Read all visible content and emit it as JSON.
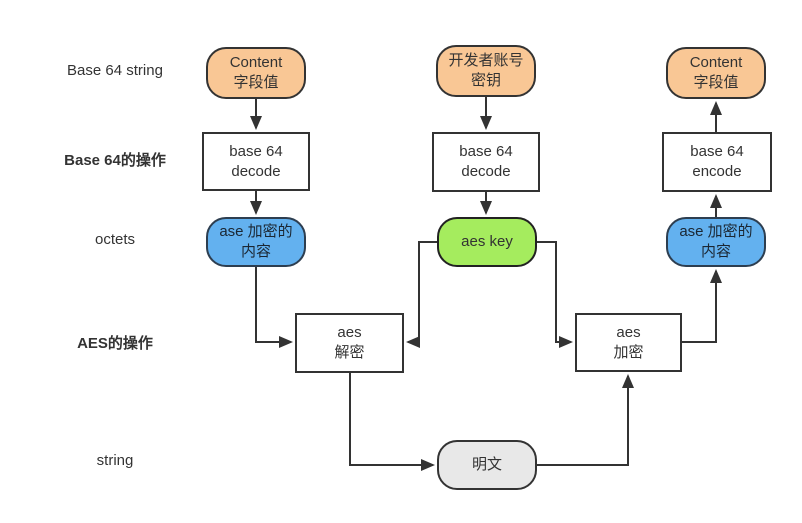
{
  "diagram": {
    "title_semantic": "AES + Base64 encrypt/decrypt flow",
    "row_labels": [
      {
        "text": "Base 64 string"
      },
      {
        "text": "Base 64的操作"
      },
      {
        "text": "octets"
      },
      {
        "text": "AES的操作"
      },
      {
        "text": "string"
      }
    ],
    "nodes": {
      "content_left": "Content\n字段值",
      "dev_key": "开发者账号\n密钥",
      "content_right": "Content\n字段值",
      "b64_decode_left": "base 64\ndecode",
      "b64_decode_mid": "base 64\ndecode",
      "b64_encode": "base 64\nencode",
      "aes_content_left": "ase 加密的\n内容",
      "aes_key": "aes key",
      "aes_content_right": "ase 加密的\n内容",
      "aes_decrypt": "aes\n解密",
      "aes_encrypt": "aes\n加密",
      "plaintext": "明文"
    },
    "colors": {
      "orange_fill": "#F9C795",
      "blue_fill": "#63B1EF",
      "green_fill": "#A5EC5E",
      "gray_fill": "#E8E8E8",
      "line": "#333333",
      "text": "#333333"
    }
  }
}
